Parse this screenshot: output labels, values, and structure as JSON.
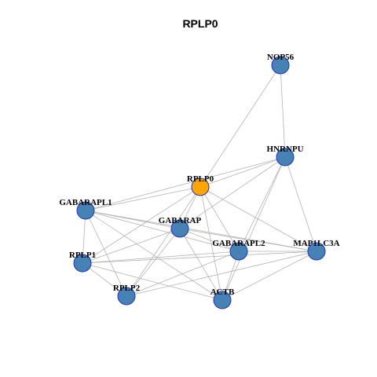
{
  "graph": {
    "title": "RPLP0",
    "colors": {
      "node_default": "#4682b4",
      "node_highlight": "#ffa500",
      "node_border": "#2233bb",
      "edge": "#b4b4b4"
    },
    "nodes": [
      {
        "id": "NOP56",
        "label": "NOP56",
        "highlight": false
      },
      {
        "id": "HNRNPU",
        "label": "HNRNPU",
        "highlight": false
      },
      {
        "id": "RPLP0",
        "label": "RPLP0",
        "highlight": true
      },
      {
        "id": "GABARAPL1",
        "label": "GABARAPL1",
        "highlight": false
      },
      {
        "id": "GABARAP",
        "label": "GABARAP",
        "highlight": false
      },
      {
        "id": "GABARAPL2",
        "label": "GABARAPL2",
        "highlight": false
      },
      {
        "id": "MAP1LC3A",
        "label": "MAP1LC3A",
        "highlight": false
      },
      {
        "id": "RPLP1",
        "label": "RPLP1",
        "highlight": false
      },
      {
        "id": "RPLP2",
        "label": "RPLP2",
        "highlight": false
      },
      {
        "id": "ACTB",
        "label": "ACTB",
        "highlight": false
      }
    ],
    "edges": [
      [
        "NOP56",
        "HNRNPU"
      ],
      [
        "NOP56",
        "RPLP0"
      ],
      [
        "HNRNPU",
        "RPLP0"
      ],
      [
        "HNRNPU",
        "GABARAPL1"
      ],
      [
        "HNRNPU",
        "GABARAP"
      ],
      [
        "HNRNPU",
        "GABARAPL2"
      ],
      [
        "HNRNPU",
        "MAP1LC3A"
      ],
      [
        "HNRNPU",
        "ACTB"
      ],
      [
        "RPLP0",
        "GABARAPL1"
      ],
      [
        "RPLP0",
        "GABARAP"
      ],
      [
        "RPLP0",
        "GABARAPL2"
      ],
      [
        "RPLP0",
        "RPLP1"
      ],
      [
        "RPLP0",
        "RPLP2"
      ],
      [
        "RPLP0",
        "ACTB"
      ],
      [
        "RPLP0",
        "MAP1LC3A"
      ],
      [
        "GABARAPL1",
        "GABARAP"
      ],
      [
        "GABARAPL1",
        "GABARAPL2"
      ],
      [
        "GABARAPL1",
        "MAP1LC3A"
      ],
      [
        "GABARAPL1",
        "RPLP1"
      ],
      [
        "GABARAPL1",
        "RPLP2"
      ],
      [
        "GABARAPL1",
        "ACTB"
      ],
      [
        "GABARAP",
        "GABARAPL2"
      ],
      [
        "GABARAP",
        "MAP1LC3A"
      ],
      [
        "GABARAP",
        "RPLP1"
      ],
      [
        "GABARAP",
        "RPLP2"
      ],
      [
        "GABARAP",
        "ACTB"
      ],
      [
        "GABARAPL2",
        "MAP1LC3A"
      ],
      [
        "GABARAPL2",
        "RPLP1"
      ],
      [
        "GABARAPL2",
        "RPLP2"
      ],
      [
        "GABARAPL2",
        "ACTB"
      ],
      [
        "MAP1LC3A",
        "RPLP1"
      ],
      [
        "MAP1LC3A",
        "RPLP2"
      ],
      [
        "MAP1LC3A",
        "ACTB"
      ],
      [
        "RPLP1",
        "RPLP2"
      ],
      [
        "RPLP1",
        "ACTB"
      ]
    ]
  }
}
